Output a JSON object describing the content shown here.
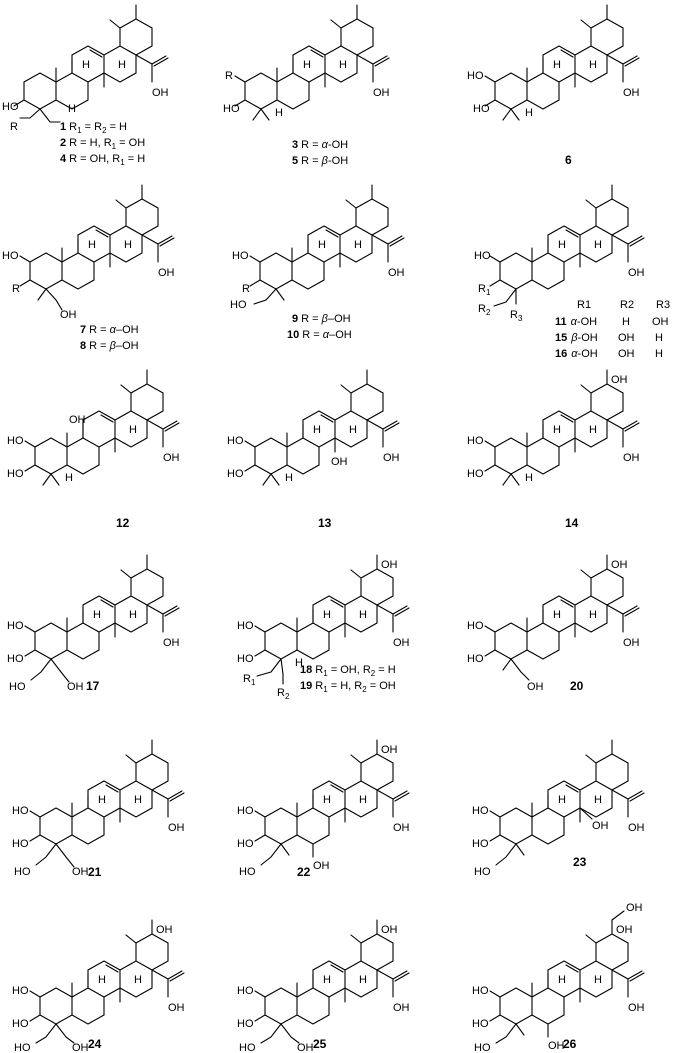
{
  "compounds": [
    {
      "id": "c1",
      "number_text": "",
      "caption_lines": [
        "1 R1 = R2 = H",
        "2 R = H, R1 = OH",
        "4 R = OH, R1 = H"
      ]
    },
    {
      "id": "c3",
      "caption_lines": [
        "3 R = α-OH",
        "5 R = β-OH"
      ]
    },
    {
      "id": "c6",
      "number": "6"
    },
    {
      "id": "c7",
      "caption_lines": [
        "7 R = α–OH",
        "8 R = β–OH"
      ]
    },
    {
      "id": "c9",
      "caption_lines": [
        "9 R = β–OH",
        "10 R = α–OH"
      ]
    },
    {
      "id": "c11",
      "table_header": [
        "R1",
        "R2",
        "R3"
      ],
      "table_rows": [
        [
          "11",
          "α-OH",
          "H",
          "OH"
        ],
        [
          "15",
          "β-OH",
          "OH",
          "H"
        ],
        [
          "16",
          "α-OH",
          "OH",
          "H"
        ]
      ]
    },
    {
      "id": "c12",
      "number": "12"
    },
    {
      "id": "c13",
      "number": "13"
    },
    {
      "id": "c14",
      "number": "14"
    },
    {
      "id": "c17",
      "number": "17"
    },
    {
      "id": "c18",
      "caption_lines": [
        "18 R1 = OH, R2 = H",
        "19 R1 = H, R2 = OH"
      ]
    },
    {
      "id": "c20",
      "number": "20"
    },
    {
      "id": "c21",
      "number": "21"
    },
    {
      "id": "c22",
      "number": "22"
    },
    {
      "id": "c23",
      "number": "23"
    },
    {
      "id": "c24",
      "number": "24"
    },
    {
      "id": "c25",
      "number": "25"
    },
    {
      "id": "c26",
      "number": "26"
    }
  ],
  "labels": {
    "oh": "OH",
    "ho": "HO",
    "h": "H",
    "r": "R",
    "r1": "R",
    "r2": "R",
    "r3": "R",
    "sub1": "1",
    "sub2": "2",
    "sub3": "3",
    "c1": {
      "n1": "1",
      "t1": " R",
      "s1": "1",
      "t1b": " = R",
      "s1b": "2",
      "t1c": " = H",
      "n2": "2",
      "t2": " R = H, R",
      "s2": "1",
      "t2b": " = OH",
      "n4": "4",
      "t4": " R = OH, R",
      "s4": "1",
      "t4b": " = H"
    },
    "c3": {
      "n3": "3",
      "t3a": " R = ",
      "t3b": "α",
      "t3c": "-OH",
      "n5": "5",
      "t5a": " R = ",
      "t5b": "β",
      "t5c": "-OH"
    },
    "c7": {
      "n7": "7",
      "t7a": " R = ",
      "t7b": "α",
      "t7c": "–OH",
      "n8": "8",
      "t8a": " R = ",
      "t8b": "β",
      "t8c": "–OH"
    },
    "c9": {
      "n9": "9",
      "t9a": "   R = ",
      "t9b": "β",
      "t9c": "–OH",
      "n10": "10",
      "t10a": " R = ",
      "t10b": "α",
      "t10c": "–OH"
    },
    "c11": {
      "n11": "11",
      "a11": "α",
      "v11": "-OH",
      "h11": "H",
      "o11": "OH",
      "n15": "15",
      "a15": "β",
      "v15": "-OH",
      "o15": "OH",
      "h15": "H",
      "n16": "16",
      "a16": "α",
      "v16": "-OH",
      "o16": "OH",
      "h16": "H"
    },
    "c18": {
      "n18": "18",
      "t18": " R",
      "s18": "1",
      "t18b": " = OH, R",
      "s18b": "2",
      "t18c": " = H",
      "n19": "19",
      "t19": " R",
      "s19": "1",
      "t19b": " = H, R",
      "s19b": "2",
      "t19c": " = OH"
    }
  }
}
